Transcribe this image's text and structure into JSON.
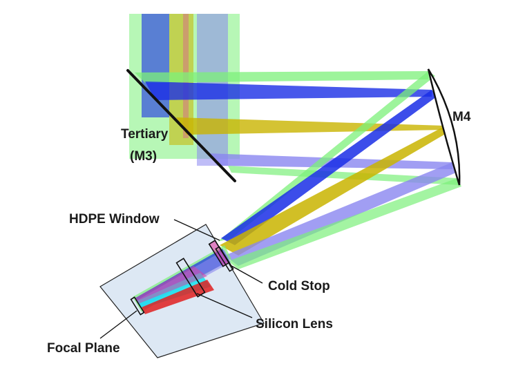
{
  "colors": {
    "green": "#7cf07a",
    "blue": "#1a2ee6",
    "yellow": "#c9b400",
    "lavender": "#8a86f0",
    "magenta": "#e040a0",
    "cyan": "#22e6f0",
    "red": "#e02020",
    "dewar_fill": "#dde8f4",
    "dewar_stroke": "#222222",
    "mirror": "#111111"
  },
  "labels": {
    "tertiary_line1": "Tertiary",
    "tertiary_line2": "(M3)",
    "m4": "M4",
    "hdpe_window": "HDPE Window",
    "cold_stop": "Cold Stop",
    "silicon_lens": "Silicon Lens",
    "focal_plane": "Focal Plane"
  }
}
